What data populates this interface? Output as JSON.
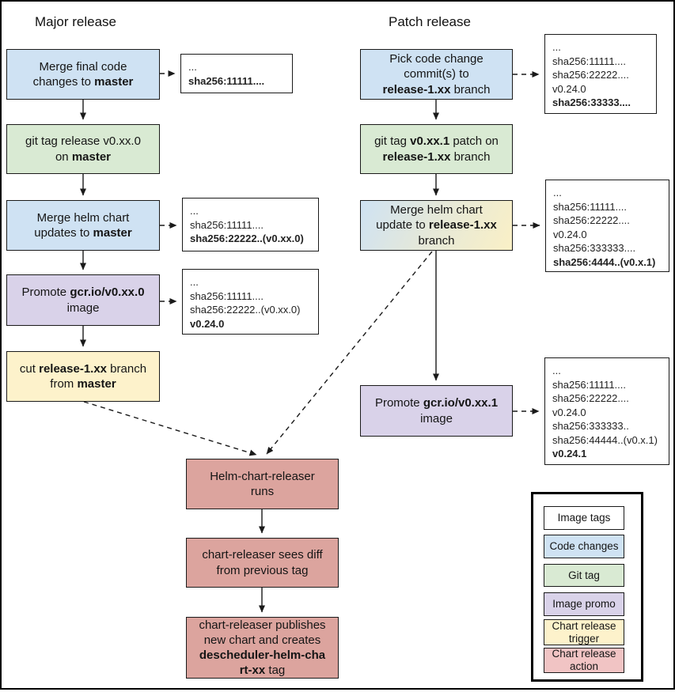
{
  "sections": {
    "major": {
      "title": "Major release"
    },
    "patch": {
      "title": "Patch release"
    }
  },
  "colors": {
    "code": "#cfe2f3",
    "git": "#d9ead3",
    "promo": "#d9d2e9",
    "trigger": "#fdf2cb",
    "action": "#dca49e",
    "legend_action": "#f1c4c4",
    "tags": "#ffffff",
    "merge_release_gradient": "linear-gradient(115deg, #cfe2f3 0%, #e4e8da 45%, #faf0c6 100%)",
    "line": "#1a1a1a"
  },
  "boxes": {
    "merge_final_code": {
      "segments": [
        {
          "t": "Merge final code\nchanges to ",
          "b": false
        },
        {
          "t": "master",
          "b": true
        }
      ]
    },
    "git_tag_release": {
      "segments": [
        {
          "t": "git tag release v0.xx.0\non ",
          "b": false
        },
        {
          "t": "master",
          "b": true
        }
      ]
    },
    "merge_helm_master": {
      "segments": [
        {
          "t": "Merge helm chart\nupdates to ",
          "b": false
        },
        {
          "t": "master",
          "b": true
        }
      ]
    },
    "promote_v0xx0": {
      "segments": [
        {
          "t": "Promote ",
          "b": false
        },
        {
          "t": "gcr.io/v0.xx.0",
          "b": true
        },
        {
          "t": "\nimage",
          "b": false
        }
      ]
    },
    "cut_release": {
      "segments": [
        {
          "t": "cut ",
          "b": false
        },
        {
          "t": "release-1.xx",
          "b": true
        },
        {
          "t": " branch\nfrom ",
          "b": false
        },
        {
          "t": "master",
          "b": true
        }
      ]
    },
    "pick_code": {
      "segments": [
        {
          "t": "Pick code change\ncommit(s) to\n",
          "b": false
        },
        {
          "t": "release-1.xx",
          "b": true
        },
        {
          "t": " branch",
          "b": false
        }
      ]
    },
    "git_tag_patch": {
      "segments": [
        {
          "t": "git tag ",
          "b": false
        },
        {
          "t": "v0.xx.1",
          "b": true
        },
        {
          "t": " patch on\n",
          "b": false
        },
        {
          "t": "release-1.xx",
          "b": true
        },
        {
          "t": " branch",
          "b": false
        }
      ]
    },
    "merge_helm_release": {
      "segments": [
        {
          "t": "Merge helm chart\nupdate to ",
          "b": false
        },
        {
          "t": "release-1.xx",
          "b": true
        },
        {
          "t": "\nbranch",
          "b": false
        }
      ]
    },
    "promote_v0xx1": {
      "segments": [
        {
          "t": "Promote ",
          "b": false
        },
        {
          "t": "gcr.io/v0.xx.1",
          "b": true
        },
        {
          "t": "\nimage",
          "b": false
        }
      ]
    },
    "releaser_runs": {
      "segments": [
        {
          "t": "Helm-chart-releaser\nruns",
          "b": false
        }
      ]
    },
    "releaser_diff": {
      "segments": [
        {
          "t": "chart-releaser sees diff\nfrom previous tag",
          "b": false
        }
      ]
    },
    "releaser_publish": {
      "segments": [
        {
          "t": "chart-releaser publishes\nnew chart and creates\n",
          "b": false
        },
        {
          "t": "descheduler-helm-cha\nrt-xx",
          "b": true
        },
        {
          "t": " tag",
          "b": false
        }
      ]
    }
  },
  "annotations": {
    "a1": {
      "lines": [
        {
          "t": "...",
          "b": false
        },
        {
          "t": "sha256:11111....",
          "b": true
        }
      ]
    },
    "a2": {
      "lines": [
        {
          "t": "...",
          "b": false
        },
        {
          "t": "sha256:11111....",
          "b": false
        },
        {
          "t": "sha256:22222..(v0.xx.0)",
          "b": true
        }
      ]
    },
    "a3": {
      "lines": [
        {
          "t": "...",
          "b": false
        },
        {
          "t": "sha256:11111....",
          "b": false
        },
        {
          "t": "sha256:22222..(v0.xx.0)",
          "b": false
        },
        {
          "t": "v0.24.0",
          "b": true
        }
      ]
    },
    "b1": {
      "lines": [
        {
          "t": "...",
          "b": false
        },
        {
          "t": "sha256:11111....",
          "b": false
        },
        {
          "t": "sha256:22222....",
          "b": false
        },
        {
          "t": "v0.24.0",
          "b": false
        },
        {
          "t": "sha256:33333....",
          "b": true
        }
      ]
    },
    "b2": {
      "lines": [
        {
          "t": "...",
          "b": false
        },
        {
          "t": "sha256:11111....",
          "b": false
        },
        {
          "t": "sha256:22222....",
          "b": false
        },
        {
          "t": "v0.24.0",
          "b": false
        },
        {
          "t": "sha256:333333....",
          "b": false
        },
        {
          "t": "sha256:4444..(v0.x.1)",
          "b": true
        }
      ]
    },
    "b3": {
      "lines": [
        {
          "t": "...",
          "b": false
        },
        {
          "t": "sha256:11111....",
          "b": false
        },
        {
          "t": "sha256:22222....",
          "b": false
        },
        {
          "t": "v0.24.0",
          "b": false
        },
        {
          "t": "sha256:333333..",
          "b": false
        },
        {
          "t": "sha256:44444..(v0.x.1)",
          "b": false
        },
        {
          "t": "v0.24.1",
          "b": true
        }
      ]
    }
  },
  "legend": {
    "items": [
      {
        "label": "Image tags",
        "color": "#ffffff"
      },
      {
        "label": "Code changes",
        "color": "#cfe2f3"
      },
      {
        "label": "Git tag",
        "color": "#d9ead3"
      },
      {
        "label": "Image promo",
        "color": "#d9d2e9"
      },
      {
        "label": "Chart release\ntrigger",
        "color": "#fdf2cb"
      },
      {
        "label": "Chart release\naction",
        "color": "#f1c4c4"
      }
    ]
  }
}
